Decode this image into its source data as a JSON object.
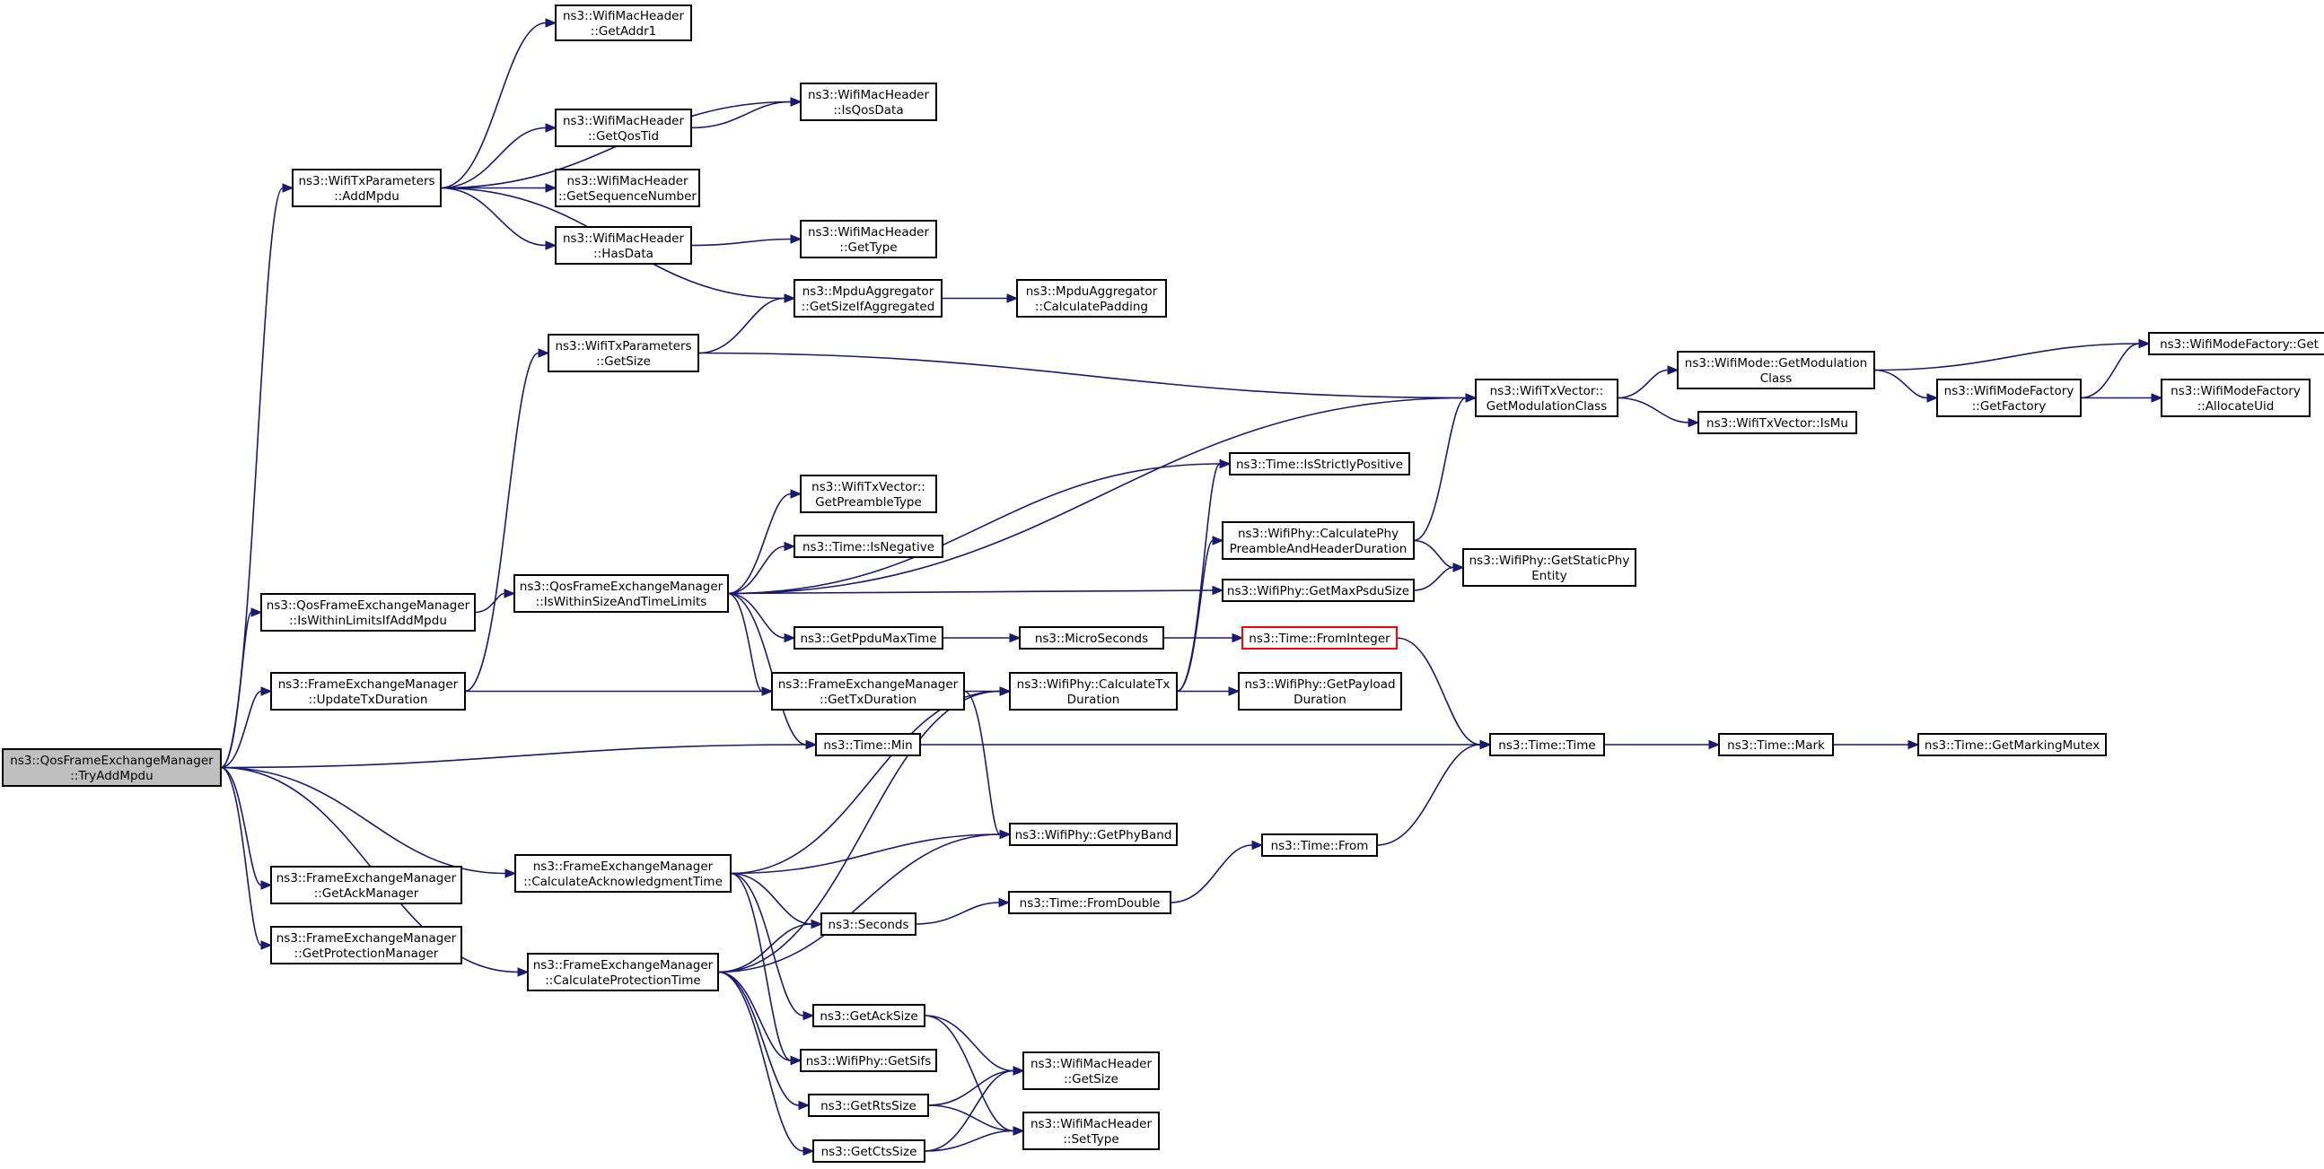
{
  "diagram": {
    "accent_color": "#191970",
    "root_fill": "#bfbfbf",
    "missing_border": "#ff0000",
    "nodes": [
      {
        "id": "root",
        "lines": [
          "ns3::QosFrameExchangeManager",
          "::TryAddMpdu"
        ],
        "style": "root"
      },
      {
        "id": "n1",
        "lines": [
          "ns3::WifiTxParameters",
          "::AddMpdu"
        ]
      },
      {
        "id": "n2",
        "lines": [
          "ns3::WifiMacHeader",
          "::GetAddr1"
        ]
      },
      {
        "id": "n3",
        "lines": [
          "ns3::WifiMacHeader",
          "::IsQosData"
        ]
      },
      {
        "id": "n4",
        "lines": [
          "ns3::WifiMacHeader",
          "::GetQosTid"
        ]
      },
      {
        "id": "n5",
        "lines": [
          "ns3::WifiMacHeader",
          "::GetSequenceNumber"
        ]
      },
      {
        "id": "n6",
        "lines": [
          "ns3::WifiMacHeader",
          "::HasData"
        ]
      },
      {
        "id": "n7",
        "lines": [
          "ns3::WifiMacHeader",
          "::GetType"
        ]
      },
      {
        "id": "n8",
        "lines": [
          "ns3::MpduAggregator",
          "::GetSizeIfAggregated"
        ]
      },
      {
        "id": "n9",
        "lines": [
          "ns3::MpduAggregator",
          "::CalculatePadding"
        ]
      },
      {
        "id": "n10",
        "lines": [
          "ns3::WifiTxParameters",
          "::GetSize"
        ]
      },
      {
        "id": "n11",
        "lines": [
          "ns3::WifiTxVector::",
          "GetModulationClass"
        ]
      },
      {
        "id": "n12",
        "lines": [
          "ns3::WifiMode::GetModulation",
          "Class"
        ]
      },
      {
        "id": "n13",
        "lines": [
          "ns3::WifiModeFactory::Get"
        ]
      },
      {
        "id": "n14",
        "lines": [
          "ns3::WifiModeFactory",
          "::GetFactory"
        ]
      },
      {
        "id": "n15",
        "lines": [
          "ns3::WifiModeFactory",
          "::AllocateUid"
        ]
      },
      {
        "id": "n16",
        "lines": [
          "ns3::WifiTxVector::IsMu"
        ]
      },
      {
        "id": "n17",
        "lines": [
          "ns3::Time::IsStrictlyPositive"
        ]
      },
      {
        "id": "n18",
        "lines": [
          "ns3::WifiTxVector::",
          "GetPreambleType"
        ]
      },
      {
        "id": "n19",
        "lines": [
          "ns3::Time::IsNegative"
        ]
      },
      {
        "id": "n20",
        "lines": [
          "ns3::WifiPhy::CalculatePhy",
          "PreambleAndHeaderDuration"
        ]
      },
      {
        "id": "n21",
        "lines": [
          "ns3::WifiPhy::GetStaticPhy",
          "Entity"
        ]
      },
      {
        "id": "n22",
        "lines": [
          "ns3::QosFrameExchangeManager",
          "::IsWithinLimitsIfAddMpdu"
        ]
      },
      {
        "id": "n23",
        "lines": [
          "ns3::QosFrameExchangeManager",
          "::IsWithinSizeAndTimeLimits"
        ]
      },
      {
        "id": "n24",
        "lines": [
          "ns3::WifiPhy::GetMaxPsduSize"
        ]
      },
      {
        "id": "n25",
        "lines": [
          "ns3::GetPpduMaxTime"
        ]
      },
      {
        "id": "n26",
        "lines": [
          "ns3::MicroSeconds"
        ]
      },
      {
        "id": "n27",
        "lines": [
          "ns3::Time::FromInteger"
        ],
        "style": "missing"
      },
      {
        "id": "n28",
        "lines": [
          "ns3::FrameExchangeManager",
          "::UpdateTxDuration"
        ]
      },
      {
        "id": "n29",
        "lines": [
          "ns3::FrameExchangeManager",
          "::GetTxDuration"
        ]
      },
      {
        "id": "n30",
        "lines": [
          "ns3::WifiPhy::CalculateTx",
          "Duration"
        ]
      },
      {
        "id": "n31",
        "lines": [
          "ns3::WifiPhy::GetPayload",
          "Duration"
        ]
      },
      {
        "id": "n32",
        "lines": [
          "ns3::Time::Min"
        ]
      },
      {
        "id": "n33",
        "lines": [
          "ns3::Time::Time"
        ]
      },
      {
        "id": "n34",
        "lines": [
          "ns3::Time::Mark"
        ]
      },
      {
        "id": "n35",
        "lines": [
          "ns3::Time::GetMarkingMutex"
        ]
      },
      {
        "id": "n36",
        "lines": [
          "ns3::FrameExchangeManager",
          "::CalculateAcknowledgmentTime"
        ]
      },
      {
        "id": "n37",
        "lines": [
          "ns3::WifiPhy::GetPhyBand"
        ]
      },
      {
        "id": "n38",
        "lines": [
          "ns3::Time::From"
        ]
      },
      {
        "id": "n39",
        "lines": [
          "ns3::Seconds"
        ]
      },
      {
        "id": "n40",
        "lines": [
          "ns3::Time::FromDouble"
        ]
      },
      {
        "id": "n41",
        "lines": [
          "ns3::FrameExchangeManager",
          "::GetAckManager"
        ]
      },
      {
        "id": "n42",
        "lines": [
          "ns3::FrameExchangeManager",
          "::GetProtectionManager"
        ]
      },
      {
        "id": "n43",
        "lines": [
          "ns3::FrameExchangeManager",
          "::CalculateProtectionTime"
        ]
      },
      {
        "id": "n44",
        "lines": [
          "ns3::GetAckSize"
        ]
      },
      {
        "id": "n45",
        "lines": [
          "ns3::WifiPhy::GetSifs"
        ]
      },
      {
        "id": "n46",
        "lines": [
          "ns3::WifiMacHeader",
          "::GetSize"
        ]
      },
      {
        "id": "n47",
        "lines": [
          "ns3::GetRtsSize"
        ]
      },
      {
        "id": "n48",
        "lines": [
          "ns3::WifiMacHeader",
          "::SetType"
        ]
      },
      {
        "id": "n49",
        "lines": [
          "ns3::GetCtsSize"
        ]
      }
    ],
    "edges": [
      [
        "root",
        "n1"
      ],
      [
        "root",
        "n22"
      ],
      [
        "root",
        "n28"
      ],
      [
        "root",
        "n32"
      ],
      [
        "root",
        "n36"
      ],
      [
        "root",
        "n41"
      ],
      [
        "root",
        "n42"
      ],
      [
        "root",
        "n43"
      ],
      [
        "n1",
        "n2"
      ],
      [
        "n1",
        "n3"
      ],
      [
        "n1",
        "n4"
      ],
      [
        "n1",
        "n5"
      ],
      [
        "n1",
        "n6"
      ],
      [
        "n1",
        "n8"
      ],
      [
        "n4",
        "n3"
      ],
      [
        "n6",
        "n7"
      ],
      [
        "n8",
        "n9"
      ],
      [
        "n10",
        "n8"
      ],
      [
        "n10",
        "n11"
      ],
      [
        "n11",
        "n12"
      ],
      [
        "n11",
        "n16"
      ],
      [
        "n12",
        "n13"
      ],
      [
        "n12",
        "n14"
      ],
      [
        "n14",
        "n13"
      ],
      [
        "n14",
        "n15"
      ],
      [
        "n22",
        "n23"
      ],
      [
        "n23",
        "n11"
      ],
      [
        "n23",
        "n17"
      ],
      [
        "n23",
        "n18"
      ],
      [
        "n23",
        "n19"
      ],
      [
        "n23",
        "n24"
      ],
      [
        "n23",
        "n25"
      ],
      [
        "n23",
        "n29"
      ],
      [
        "n23",
        "n32"
      ],
      [
        "n24",
        "n21"
      ],
      [
        "n20",
        "n11"
      ],
      [
        "n20",
        "n21"
      ],
      [
        "n25",
        "n26"
      ],
      [
        "n26",
        "n27"
      ],
      [
        "n27",
        "n33"
      ],
      [
        "n28",
        "n10"
      ],
      [
        "n28",
        "n29"
      ],
      [
        "n29",
        "n30"
      ],
      [
        "n29",
        "n37"
      ],
      [
        "n30",
        "n17"
      ],
      [
        "n30",
        "n20"
      ],
      [
        "n30",
        "n31"
      ],
      [
        "n32",
        "n33"
      ],
      [
        "n33",
        "n34"
      ],
      [
        "n34",
        "n35"
      ],
      [
        "n36",
        "n30"
      ],
      [
        "n36",
        "n37"
      ],
      [
        "n36",
        "n39"
      ],
      [
        "n36",
        "n44"
      ],
      [
        "n36",
        "n45"
      ],
      [
        "n43",
        "n30"
      ],
      [
        "n43",
        "n37"
      ],
      [
        "n43",
        "n39"
      ],
      [
        "n43",
        "n45"
      ],
      [
        "n43",
        "n47"
      ],
      [
        "n43",
        "n49"
      ],
      [
        "n38",
        "n33"
      ],
      [
        "n39",
        "n40"
      ],
      [
        "n40",
        "n38"
      ],
      [
        "n44",
        "n46"
      ],
      [
        "n44",
        "n48"
      ],
      [
        "n47",
        "n46"
      ],
      [
        "n47",
        "n48"
      ],
      [
        "n49",
        "n46"
      ],
      [
        "n49",
        "n48"
      ]
    ]
  }
}
